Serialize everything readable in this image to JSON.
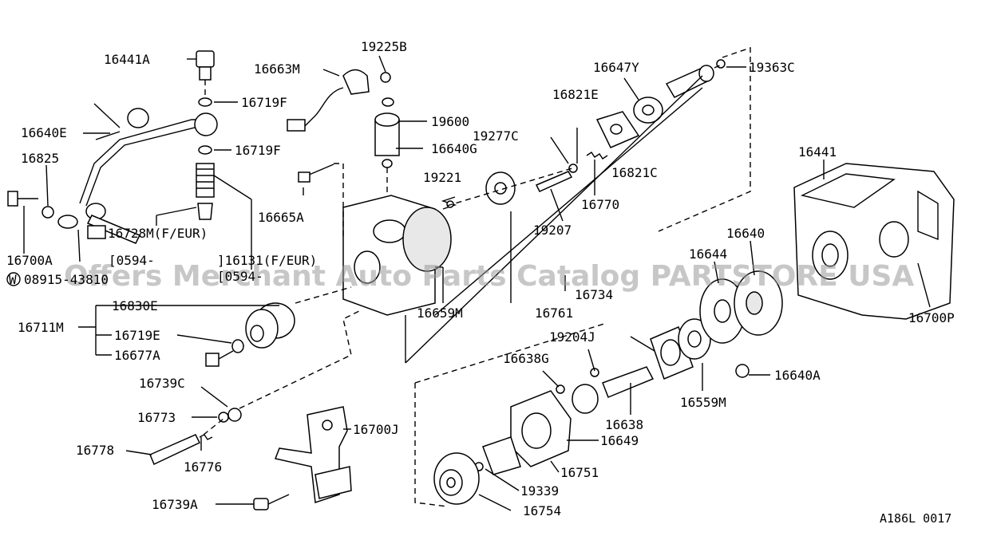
{
  "diagram": {
    "watermark": "Offers Merchant Auto Parts Catalog PARTSTORE USA",
    "figure_code": "A186L 0017",
    "labels": {
      "p16441A": "16441A",
      "p16663M": "16663M",
      "p19225B": "19225B",
      "p16647Y": "16647Y",
      "p19363C": "19363C",
      "p16719F_a": "16719F",
      "p16640E": "16640E",
      "p16821E": "16821E",
      "p19600": "19600",
      "p19277C": "19277C",
      "p16719F_b": "16719F",
      "p16640G": "16640G",
      "p16825": "16825",
      "p16821C": "16821C",
      "p19221": "19221",
      "p16441": "16441",
      "p16665A": "16665A",
      "p19207": "19207",
      "p16770": "16770",
      "p16728M": "16728M(F/EUR)",
      "p16700A": "16700A",
      "p0594a": "[0594-",
      "p16131": "]16131(F/EUR)",
      "p0594b": "[0594-",
      "p08915": "08915-43810",
      "p16640": "16640",
      "p16644": "16644",
      "p16659M": "16659M",
      "p16761": "16761",
      "p16734": "16734",
      "p16700P": "16700P",
      "p16830E": "16830E",
      "p16711M": "16711M",
      "p16719E": "16719E",
      "p19204J": "19204J",
      "p16677A": "16677A",
      "p16638G": "16638G",
      "p16640A": "16640A",
      "p16739C": "16739C",
      "p16559M": "16559M",
      "p16773": "16773",
      "p16638": "16638",
      "p16700J": "16700J",
      "p16649": "16649",
      "p16778": "16778",
      "p16776": "16776",
      "p16751": "16751",
      "p19339": "19339",
      "p16739A": "16739A",
      "p16754": "16754",
      "washer_mark": "W"
    }
  }
}
